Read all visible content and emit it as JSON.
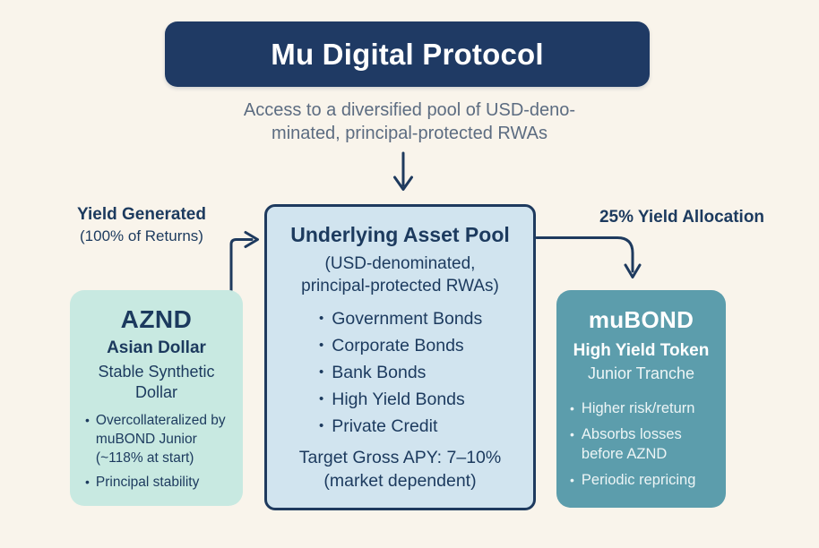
{
  "glyphs": {
    "bullet": "•"
  },
  "colors": {
    "page_bg": "#f9f4eb",
    "header_bg": "#1f3a64",
    "navy_text": "#1c3a5e",
    "subtitle_text": "#5c6c81",
    "aznd_bg": "#c8e9e1",
    "pool_bg": "#d1e4ef",
    "pool_border": "#1e3a5e",
    "mubond_bg": "#5c9dac"
  },
  "header": {
    "title": "Mu Digital Protocol"
  },
  "subtitle": {
    "line1": "Access to a diversified pool of USD-deno-",
    "line2": "minated, principal-protected RWAs"
  },
  "yield_label": {
    "line1": "Yield Generated",
    "line2": "(100% of Returns)"
  },
  "allocation_label": {
    "text": "25% Yield Allocation"
  },
  "aznd_box": {
    "title": "AZND",
    "subtitle": "Asian Dollar",
    "description": "Stable Synthetic Dollar",
    "bullets": [
      "Overcollateralized by muBOND Junior (~118% at start)",
      "Principal stability"
    ]
  },
  "pool_box": {
    "title": "Underlying Asset Pool",
    "subtitle_line1": "(USD-denominated,",
    "subtitle_line2": "principal-protected RWAs)",
    "bullets": [
      "Government Bonds",
      "Corporate Bonds",
      "Bank Bonds",
      "High Yield Bonds",
      "Private Credit"
    ],
    "footer_line1": "Target Gross APY: 7–10%",
    "footer_line2": "(market dependent)"
  },
  "mubond_box": {
    "title": "muBOND",
    "subtitle": "High Yield Token",
    "description": "Junior Tranche",
    "bullets": [
      "Higher risk/return",
      "Absorbs losses before AZND",
      "Periodic repricing"
    ]
  }
}
